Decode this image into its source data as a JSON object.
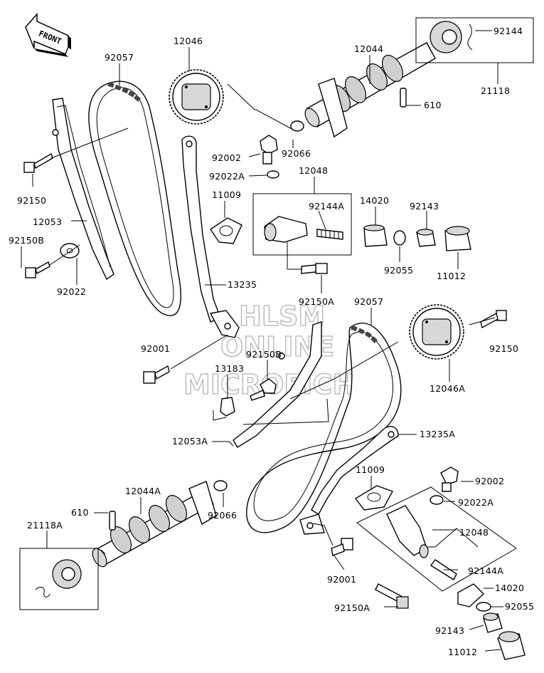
{
  "front_label": "FRONT",
  "watermark": {
    "line1": "HLSM",
    "line2": "ONLINE",
    "line3": "MICROFICHE"
  },
  "labels": {
    "p12046": "12046",
    "p92057_top": "92057",
    "p12044": "12044",
    "p92144_top": "92144",
    "p21118": "21118",
    "p610_top": "610",
    "p92066_top": "92066",
    "p92002_top": "92002",
    "p92022A_top": "92022A",
    "p12048_top": "12048",
    "p11009_top": "11009",
    "p92144A_top": "92144A",
    "p14020_top": "14020",
    "p92143_top": "92143",
    "p92150_left": "92150",
    "p12053": "12053",
    "p92150B_left": "92150B",
    "p92022": "92022",
    "p92055_top": "92055",
    "p11012_top": "11012",
    "p13235": "13235",
    "p92150A_mid": "92150A",
    "p92057_mid": "92057",
    "p92001_left": "92001",
    "p92150B_mid": "92150B",
    "p92150_right": "92150",
    "p13183": "13183",
    "p12046A": "12046A",
    "p12053A": "12053A",
    "p13235A": "13235A",
    "p11009_bot": "11009",
    "p92002_bot": "92002",
    "p12044A": "12044A",
    "p610_bot": "610",
    "p92066_bot": "92066",
    "p92022A_bot": "92022A",
    "p21118A": "21118A",
    "p12048_bot": "12048",
    "p92144A_bot": "92144A",
    "p92001_bot": "92001",
    "p14020_bot": "14020",
    "p92150A_bot": "92150A",
    "p92055_bot": "92055",
    "p92143_bot": "92143",
    "p11012_bot": "11012"
  }
}
